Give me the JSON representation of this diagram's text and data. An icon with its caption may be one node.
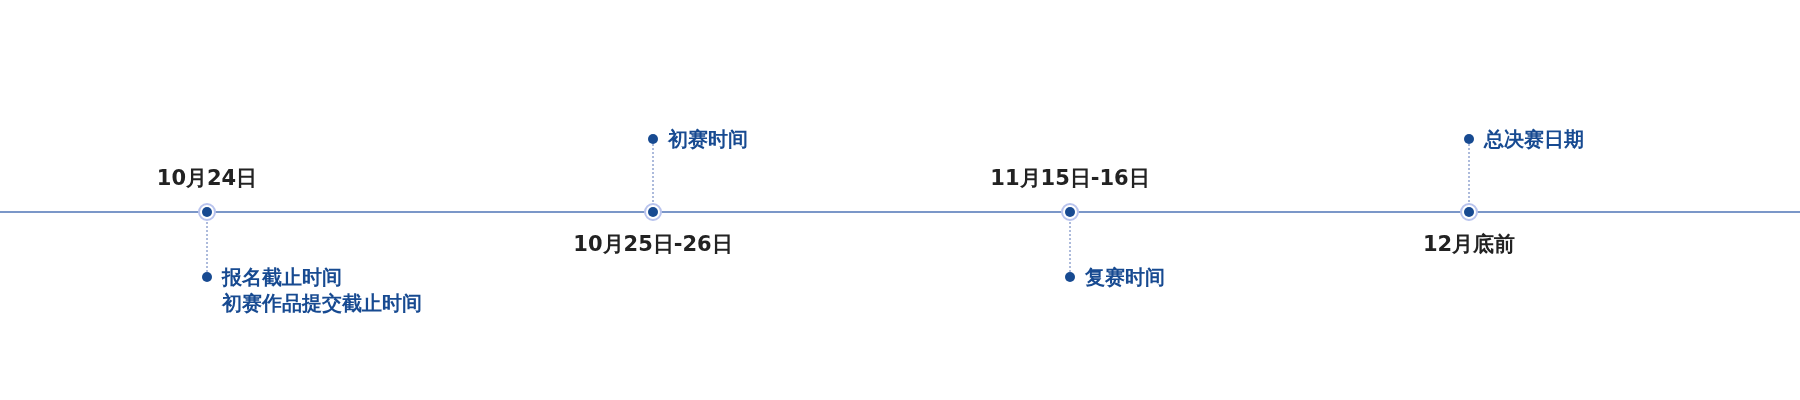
{
  "diagram": {
    "nodes": [
      {
        "text": [],
        "shape": "circle",
        "beside": [
          "10月24日"
        ]
      },
      {
        "text": [
          "报名截止时间",
          "初赛作品提交截止时间"
        ]
      },
      {
        "text": [],
        "shape": "circle",
        "beside": [
          "10月25日-26日"
        ]
      },
      {
        "text": [
          "初赛时间"
        ]
      },
      {
        "text": [],
        "shape": "circle",
        "beside": [
          "11月15日-16日"
        ]
      },
      {
        "text": [
          "复赛时间"
        ]
      },
      {
        "text": [],
        "shape": "circle",
        "beside": [
          "12月底前"
        ]
      },
      {
        "text": [
          "总决赛日期"
        ]
      }
    ],
    "edges": [
      {
        "from": 1,
        "to": 0,
        "arrow": "none",
        "style": "dashed"
      },
      {
        "from": 3,
        "to": 2,
        "arrow": "none",
        "style": "dashed"
      },
      {
        "from": 5,
        "to": 4,
        "arrow": "none",
        "style": "dashed"
      },
      {
        "from": 7,
        "to": 6,
        "arrow": "none",
        "style": "dashed"
      }
    ]
  }
}
